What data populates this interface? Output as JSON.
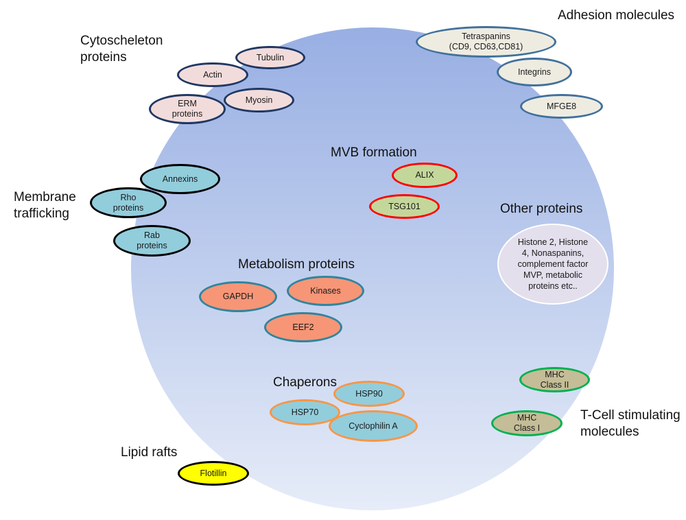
{
  "colors": {
    "circle_top": "#98afe3",
    "circle_bottom": "#e6ecf8"
  },
  "categories": {
    "cytoskeleton": {
      "heading": [
        "Cytoscheleton",
        "proteins"
      ],
      "items": {
        "tubulin": [
          "Tubulin"
        ],
        "actin": [
          "Actin"
        ],
        "myosin": [
          "Myosin"
        ],
        "erm": [
          "ERM",
          "proteins"
        ]
      }
    },
    "adhesion": {
      "heading": [
        "Adhesion molecules"
      ],
      "items": {
        "tetraspanins": [
          "Tetraspanins",
          "(CD9, CD63,CD81)"
        ],
        "integrins": [
          "Integrins"
        ],
        "mfge8": [
          "MFGE8"
        ]
      }
    },
    "membrane": {
      "heading": [
        "Membrane",
        "trafficking"
      ],
      "items": {
        "annexins": [
          "Annexins"
        ],
        "rho": [
          "Rho",
          "proteins"
        ],
        "rab": [
          "Rab",
          "proteins"
        ]
      }
    },
    "mvb": {
      "heading": [
        "MVB formation"
      ],
      "items": {
        "alix": [
          "ALIX"
        ],
        "tsg101": [
          "TSG101"
        ]
      }
    },
    "other": {
      "heading": [
        "Other proteins"
      ],
      "items": {
        "misc": [
          "Histone 2, Histone",
          "4, Nonaspanins,",
          "complement factor",
          "MVP, metabolic",
          "proteins etc.."
        ]
      }
    },
    "metabolism": {
      "heading": [
        "Metabolism proteins"
      ],
      "items": {
        "gapdh": [
          "GAPDH"
        ],
        "kinases": [
          "Kinases"
        ],
        "eef2": [
          "EEF2"
        ]
      }
    },
    "chaperons": {
      "heading": [
        "Chaperons"
      ],
      "items": {
        "hsp90": [
          "HSP90"
        ],
        "hsp70": [
          "HSP70"
        ],
        "cyclophilin": [
          "Cyclophilin A"
        ]
      }
    },
    "tcell": {
      "heading": [
        "T-Cell stimulating",
        "molecules"
      ],
      "items": {
        "mhc2": [
          "MHC",
          "Class II"
        ],
        "mhc1": [
          "MHC",
          "Class I"
        ]
      }
    },
    "lipid": {
      "heading": [
        "Lipid rafts"
      ],
      "items": {
        "flotillin": [
          "Flotillin"
        ]
      }
    }
  }
}
